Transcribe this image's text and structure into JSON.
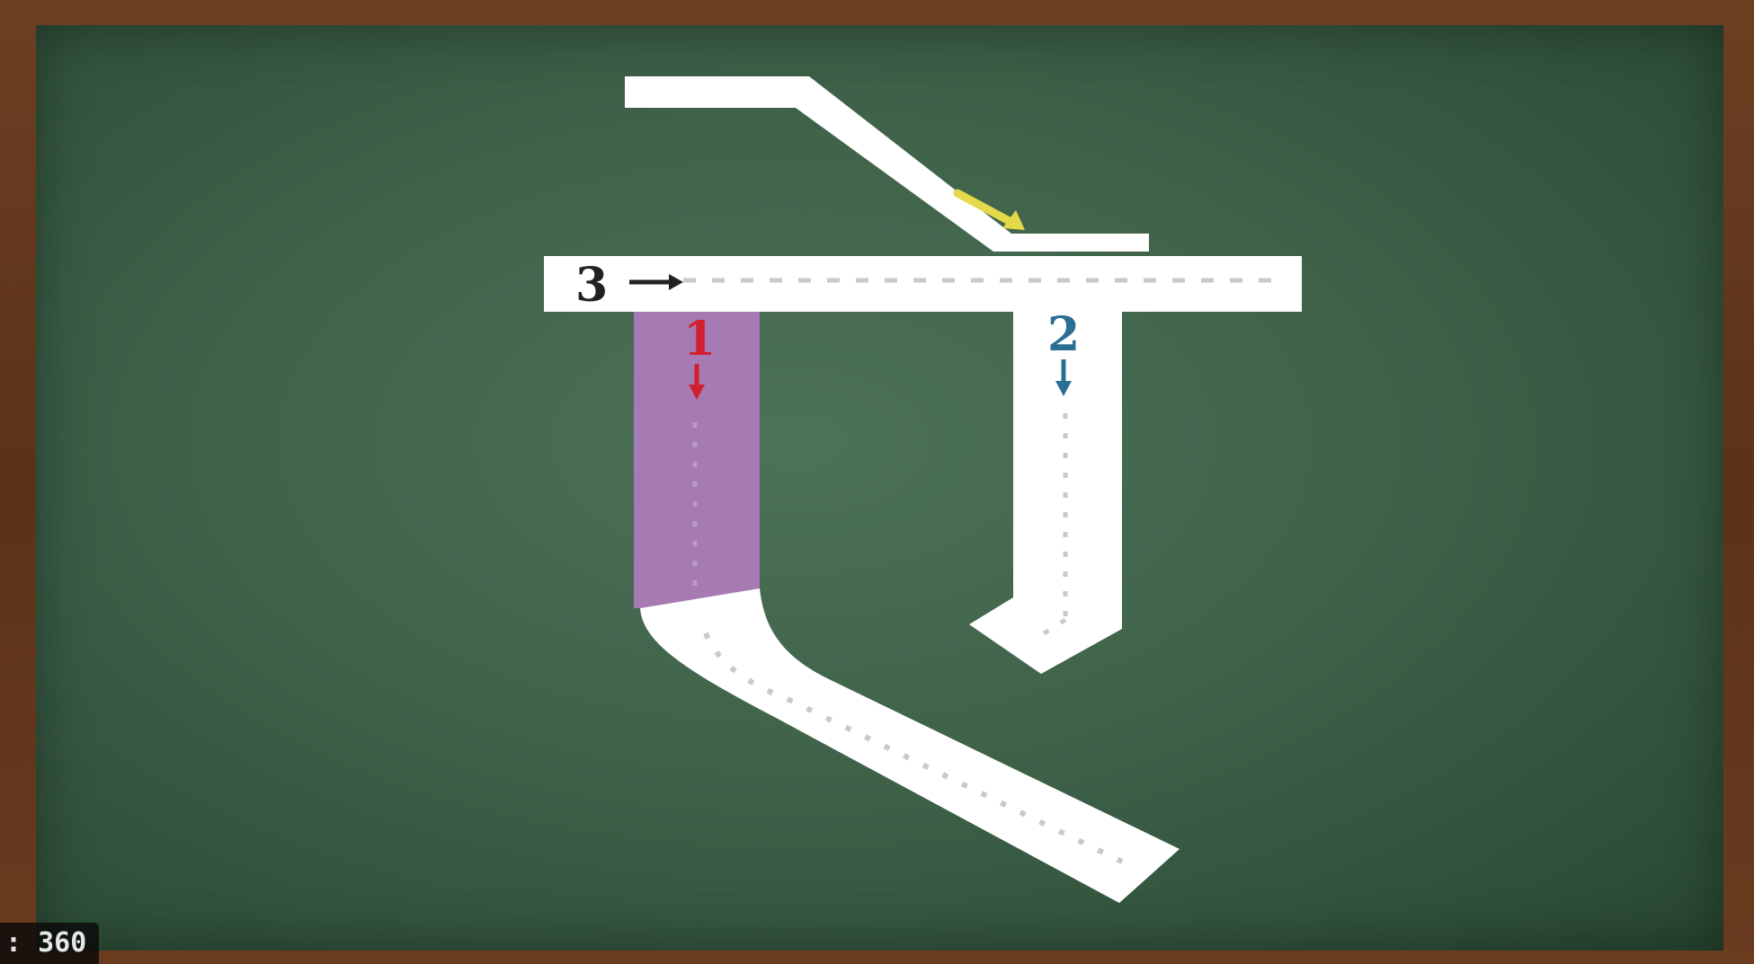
{
  "strokes": {
    "stroke_1": {
      "number": "1",
      "color": "#d21f2e"
    },
    "stroke_2": {
      "number": "2",
      "color": "#2a6f93"
    },
    "stroke_3": {
      "number": "3",
      "color": "#222222"
    },
    "stroke_4": {
      "number": "",
      "color": "#e4d94a"
    }
  },
  "colors": {
    "chalkboard": "#3f6249",
    "frame": "#6a3b1f",
    "highlight": "#a67bb3",
    "letter": "#ffffff",
    "guide_dots": "#c9c9c9"
  },
  "overlay": {
    "resolution_text": ": 360"
  }
}
